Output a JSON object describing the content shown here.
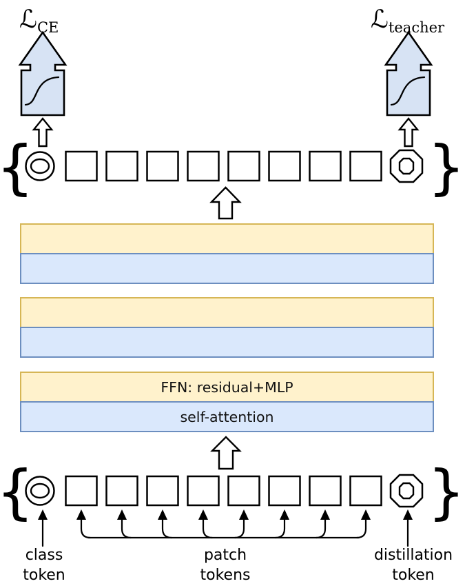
{
  "losses": {
    "ce": {
      "symbol": "ℒ",
      "subscript": "CE"
    },
    "teacher": {
      "symbol": "ℒ",
      "subscript": "teacher"
    }
  },
  "encoder": {
    "labeled_block": {
      "ffn": "FFN: residual+MLP",
      "attention": "self-attention"
    },
    "unlabeled_block_count": 2
  },
  "token_row": {
    "patch_count": 8,
    "open_brace": "{",
    "close_brace": "}"
  },
  "captions": {
    "class_token": {
      "line1": "class",
      "line2": "token"
    },
    "patch_tokens": {
      "line1": "patch",
      "line2": "tokens"
    },
    "distillation_token": {
      "line1": "distillation",
      "line2": "token"
    }
  },
  "colors": {
    "ffn_fill": "#FFF2CC",
    "ffn_stroke": "#D6B656",
    "attention_fill": "#DAE8FC",
    "attention_stroke": "#6C8EBF",
    "head_fill": "#D7E3F4"
  }
}
